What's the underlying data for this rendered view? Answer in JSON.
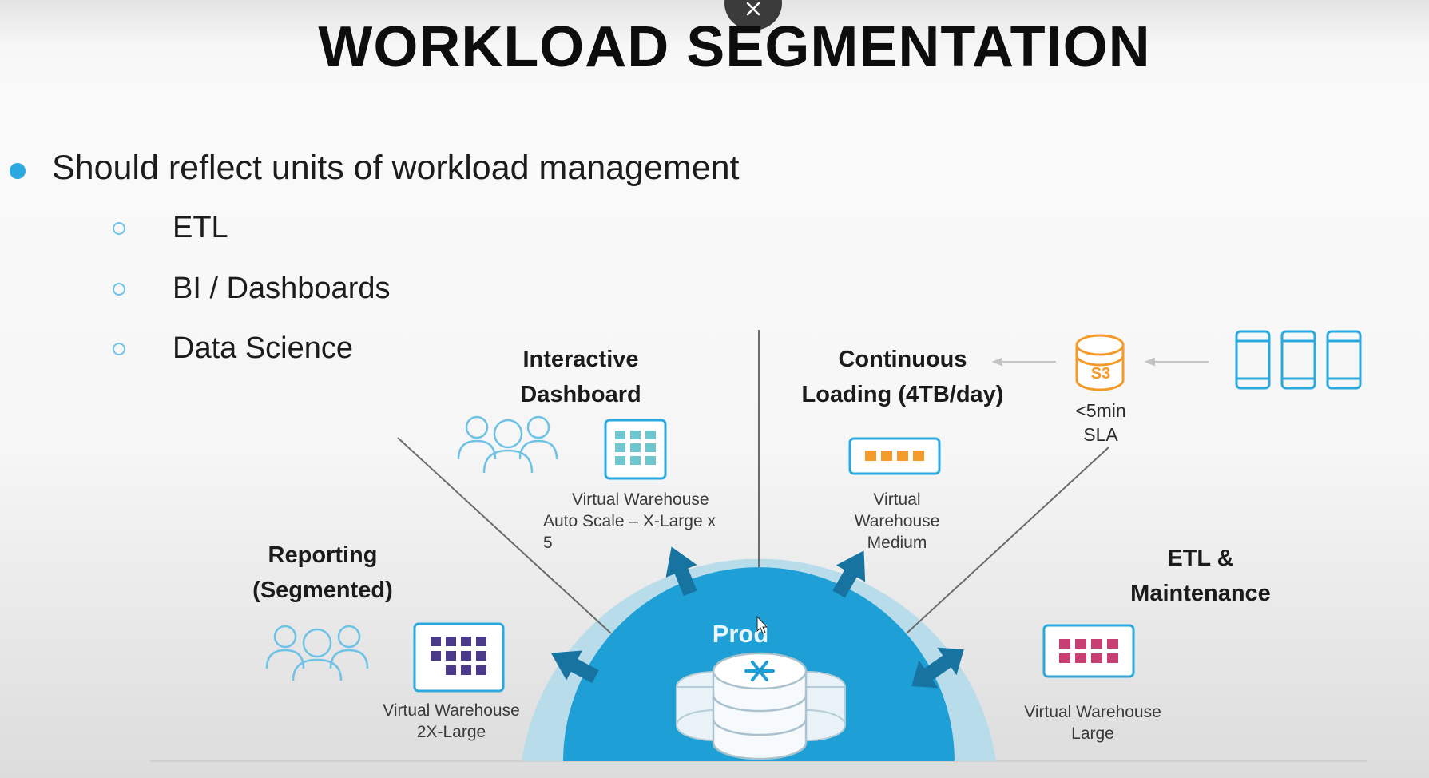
{
  "title": "WORKLOAD SEGMENTATION",
  "bullets": {
    "main": "Should reflect units of workload management",
    "sub": [
      "ETL",
      "BI / Dashboards",
      "Data Science"
    ]
  },
  "diagram": {
    "center_label": "Prod",
    "segments": {
      "interactive": {
        "title_1": "Interactive",
        "title_2": "Dashboard",
        "warehouse_1": "Virtual Warehouse",
        "warehouse_2": "Auto Scale – X-Large x",
        "warehouse_3": "5"
      },
      "continuous": {
        "title_1": "Continuous",
        "title_2": "Loading (4TB/day)",
        "warehouse_1": "Virtual",
        "warehouse_2": "Warehouse",
        "warehouse_3": "Medium"
      },
      "reporting": {
        "title_1": "Reporting",
        "title_2": "(Segmented)",
        "warehouse_1": "Virtual Warehouse",
        "warehouse_2": "2X-Large"
      },
      "etl": {
        "title_1": "ETL &",
        "title_2": "Maintenance",
        "warehouse_1": "Virtual Warehouse",
        "warehouse_2": "Large"
      }
    },
    "s3": {
      "label": "S3",
      "sla_1": "<5min",
      "sla_2": "SLA"
    }
  },
  "colors": {
    "accent": "#29a9df",
    "dome_outer": "#b9dcea",
    "dome_inner": "#1e9fd6",
    "arrow": "#17739f",
    "interactive_grid": "#6ec7ce",
    "reporting_grid": "#4b3a8a",
    "continuous_grid": "#f49a2a",
    "etl_grid": "#c83f74",
    "s3": "#f49a2a"
  }
}
